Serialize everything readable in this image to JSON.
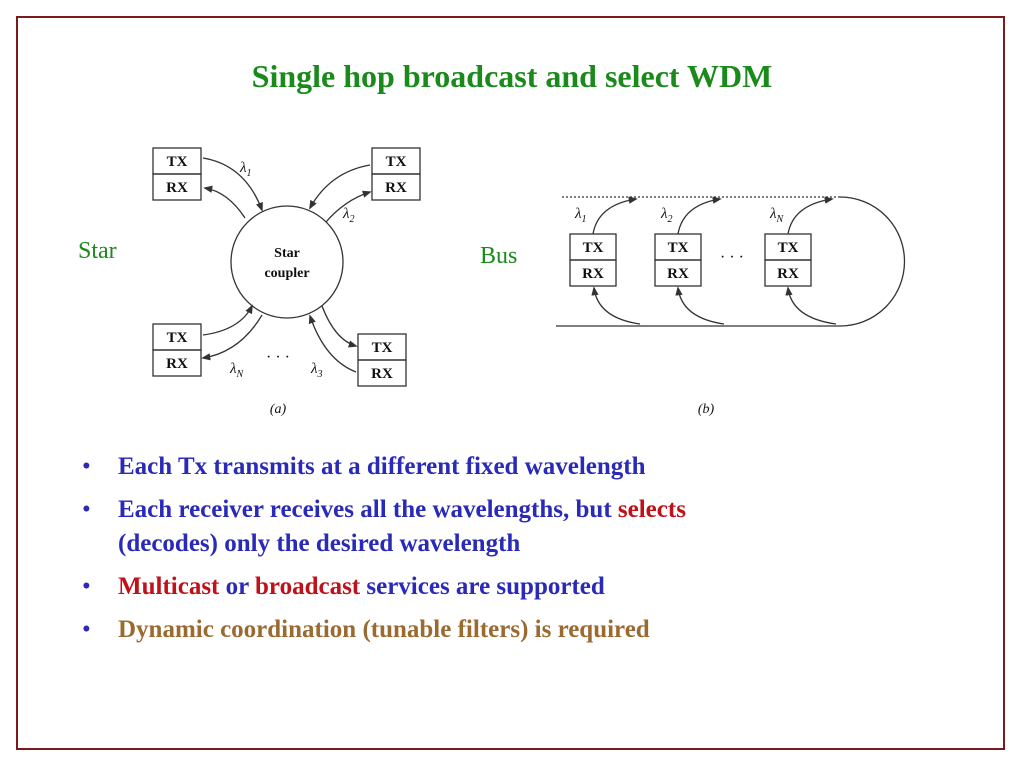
{
  "title": "Single hop broadcast and select WDM",
  "labels": {
    "star": "Star",
    "bus": "Bus"
  },
  "figure_a": {
    "tx": "TX",
    "rx": "RX",
    "coupler_line1": "Star",
    "coupler_line2": "coupler",
    "lambda1": "λ",
    "lambda1_sub": "1",
    "lambda2": "λ",
    "lambda2_sub": "2",
    "lambda3": "λ",
    "lambda3_sub": "3",
    "lambdaN": "λ",
    "lambdaN_sub": "N",
    "dots": "· · ·",
    "caption": "(a)"
  },
  "figure_b": {
    "tx": "TX",
    "rx": "RX",
    "lambda1": "λ",
    "lambda1_sub": "1",
    "lambda2": "λ",
    "lambda2_sub": "2",
    "lambdaN": "λ",
    "lambdaN_sub": "N",
    "dots": "· · ·",
    "caption": "(b)"
  },
  "bullets": {
    "marker": "•",
    "b1": "Each Tx transmits at a different fixed wavelength",
    "b2_part1": "Each receiver receives all the wavelengths, but ",
    "b2_part2": "selects",
    "b2_part3": "(decodes) only the desired wavelength",
    "b3_part1": "Multicast",
    "b3_part2": " or ",
    "b3_part3": "broadcast",
    "b3_part4": " services are supported",
    "b4": "Dynamic coordination (tunable filters) is required"
  },
  "colors": {
    "title": "#1a8a1a",
    "bullet_blue": "#2a2ab8",
    "emphasis_red": "#c0101a",
    "note_brown": "#9a6a30",
    "border": "#7a1a1a"
  }
}
